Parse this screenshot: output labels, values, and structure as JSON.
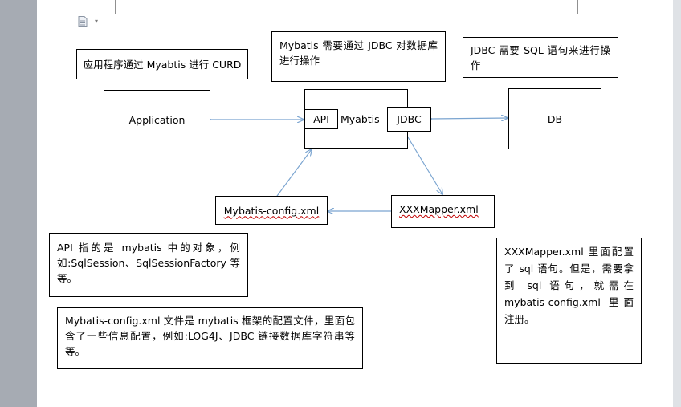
{
  "toolbar": {
    "icon": "document-icon"
  },
  "colors": {
    "arrow": "#7aa4d0",
    "border": "#000000",
    "page": "#ffffff",
    "background": "#a6abb3"
  },
  "diagram": {
    "notes": {
      "app_curd": "应用程序通过 Myabtis 进行 CURD",
      "mybatis_jdbc": "Mybatis 需要通过 JDBC 对数据库进行操作",
      "jdbc_sql": "JDBC 需要 SQL 语句来进行操作",
      "api_desc": "API 指的是 mybatis 中的对象，例如:SqlSession、SqlSessionFactory 等等。",
      "config_desc": "Mybatis-config.xml 文件是 mybatis 框架的配置文件，里面包含了一些信息配置，例如:LOG4J、JDBC 链接数据库字符串等等。",
      "mapper_desc": "XXXMapper.xml 里面配置了 sql 语句。但是，需要拿到 sql 语句，就需在 mybatis-config.xml 里面注册。"
    },
    "nodes": {
      "application": "Application",
      "mybatis": "Myabtis",
      "api": "API",
      "jdbc": "JDBC",
      "db": "DB",
      "config": "Mybatis-config.xml",
      "mapper": "XXXMapper.xml"
    }
  }
}
